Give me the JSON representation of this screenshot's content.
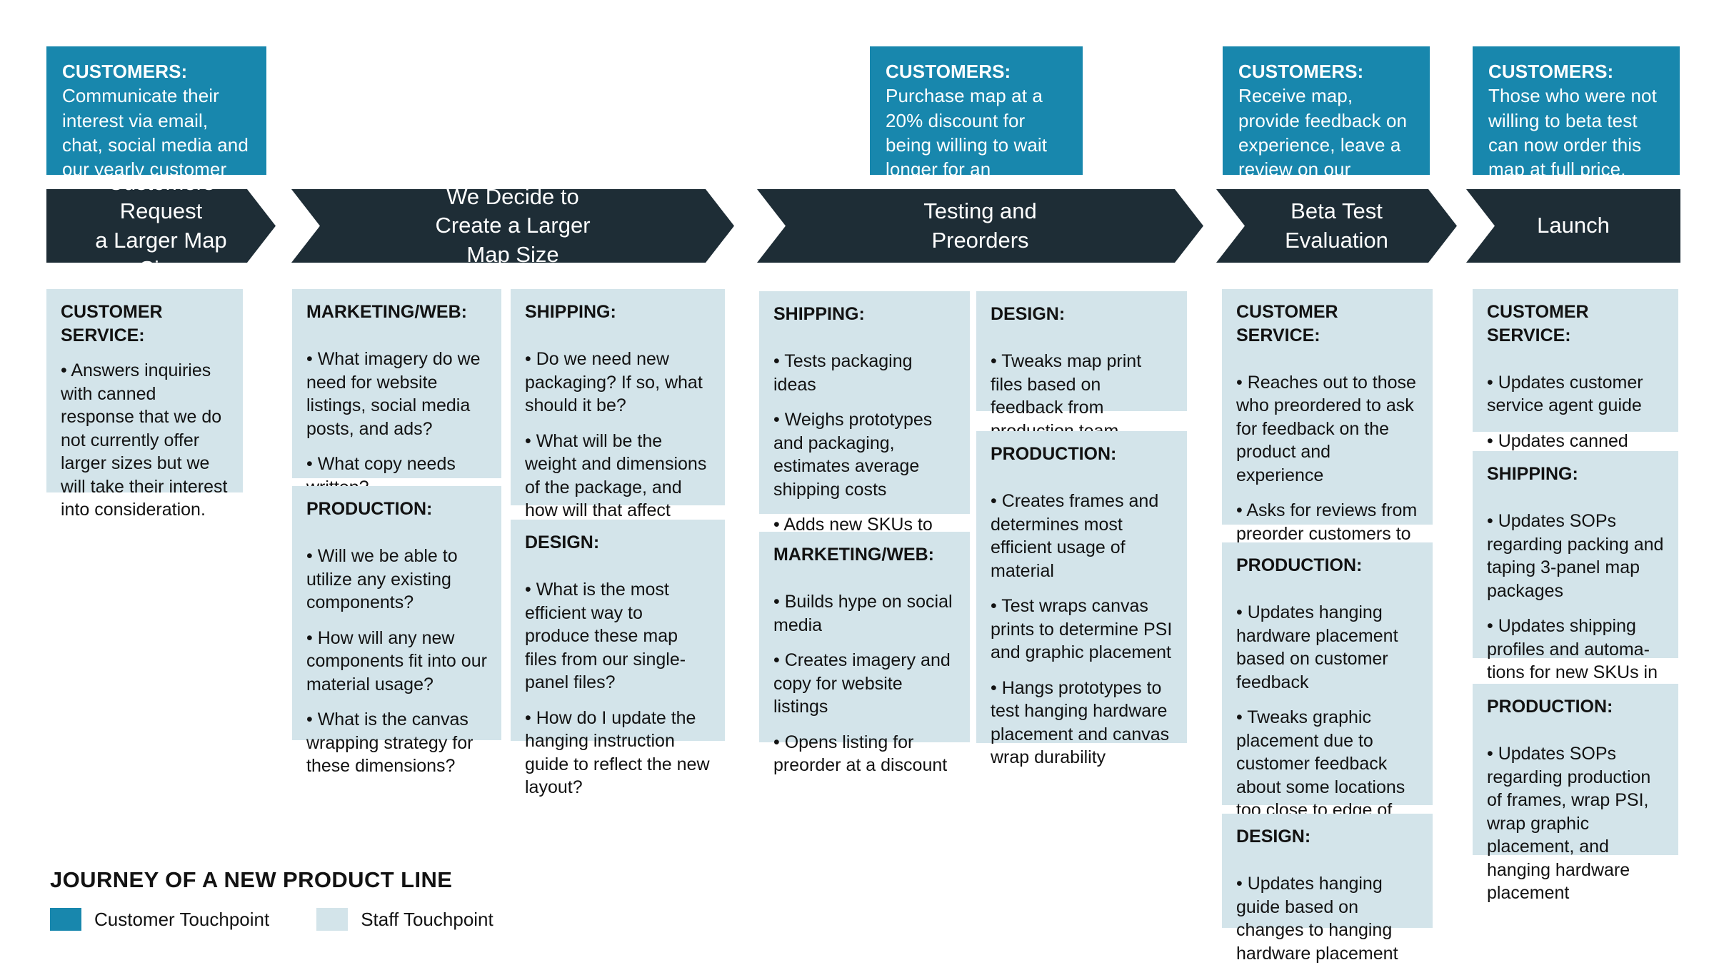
{
  "title": "JOURNEY OF A NEW PRODUCT LINE",
  "colors": {
    "customer_touchpoint": "#1887ad",
    "staff_touchpoint": "#d3e4ea",
    "stage_bar": "#1e2d36",
    "background": "#ffffff"
  },
  "legend": {
    "items": [
      {
        "label": "Customer Touchpoint",
        "color": "#1887ad",
        "swatch": "customer-swatch"
      },
      {
        "label": "Staff Touchpoint",
        "color": "#d3e4ea",
        "swatch": "staff-swatch"
      }
    ]
  },
  "stages": [
    {
      "label": "Customers Request\na Larger Map Size"
    },
    {
      "label": "We Decide to\nCreate a Larger\nMap Size"
    },
    {
      "label": "Testing and\nPreorders"
    },
    {
      "label": "Beta Test\nEvaluation"
    },
    {
      "label": "Launch"
    }
  ],
  "customer_boxes": [
    {
      "heading": "CUSTOMERS:",
      "body": "Communicate their interest via email, chat, social media and our yearly customer survey"
    },
    {
      "heading": "CUSTOMERS:",
      "body": "Purchase map at a 20% discount for being willing to wait longer for an untested product"
    },
    {
      "heading": "CUSTOMERS:",
      "body": "Receive map, provide feedback on experience, leave a review on our website"
    },
    {
      "heading": "CUSTOMERS:",
      "body": "Those who were not willing to beta test can now order this map at full price."
    }
  ],
  "staff_boxes": [
    {
      "heading": "CUSTOMER SERVICE:",
      "bullets": [
        "• Answers inquiries with canned response that we do not currently offer larger sizes but we will take their interest into consideration."
      ]
    },
    {
      "heading": "MARKETING/WEB:",
      "bullets": [
        "• What imagery do we need for website listings, social media posts, and ads?",
        "• What copy needs written?"
      ]
    },
    {
      "heading": "PRODUCTION:",
      "bullets": [
        "• Will we be able to utilize any existing components?",
        "• How will any new components fit into our material usage?",
        "• What is the canvas wrapping strategy for these dimensions?"
      ]
    },
    {
      "heading": "SHIPPING:",
      "bullets": [
        "• Do we need new packaging? If so, what should it be?",
        "• What will be the weight and dimensions of the package, and how will that affect shipping costs?"
      ]
    },
    {
      "heading": "DESIGN:",
      "bullets": [
        "• What is the most efficient way to produce these map files from our single-panel files?",
        "• How do I update the hanging instruction guide to reflect the new layout?"
      ]
    },
    {
      "heading": "SHIPPING:",
      "bullets": [
        "• Tests packaging ideas",
        "• Weighs prototypes and packaging, estimates average shipping costs",
        "• Adds new SKUs to shipping software"
      ]
    },
    {
      "heading": "MARKETING/WEB:",
      "bullets": [
        "• Builds hype on social media",
        "• Creates imagery and copy for website listings",
        "• Opens listing for preorder at a discount"
      ]
    },
    {
      "heading": "DESIGN:",
      "bullets": [
        "• Tweaks map print files based on feedback from production team"
      ]
    },
    {
      "heading": "PRODUCTION:",
      "bullets": [
        "• Creates frames and determines most efficient usage of material",
        "• Test wraps canvas prints to determine PSI and graphic placement",
        "• Hangs prototypes to test hanging hardware placement and canvas wrap durability"
      ]
    },
    {
      "heading": "CUSTOMER SERVICE:",
      "bullets": [
        "• Reaches out to those who preordered to ask for feedback on the product and experience",
        "• Asks for reviews from preorder customers to build trust on the new listing"
      ]
    },
    {
      "heading": "PRODUCTION:",
      "bullets": [
        "• Updates hanging hardware placement based on customer feedback",
        "• Tweaks graphic placement due to customer feedback about some locations too close to edge of panel"
      ]
    },
    {
      "heading": "DESIGN:",
      "bullets": [
        "• Updates hanging guide based on changes to hanging hardware placement"
      ]
    },
    {
      "heading": "CUSTOMER SERVICE:",
      "bullets": [
        "• Updates customer service agent guide",
        "• Updates canned message responses"
      ]
    },
    {
      "heading": "SHIPPING:",
      "bullets": [
        "• Updates SOPs regarding packing and taping 3-panel map packages",
        "• Updates shipping profiles and automa-tions for new SKUs in shipping software"
      ]
    },
    {
      "heading": "PRODUCTION:",
      "bullets": [
        "• Updates SOPs regarding production of frames, wrap PSI, wrap graphic placement, and hanging hardware placement"
      ]
    }
  ]
}
